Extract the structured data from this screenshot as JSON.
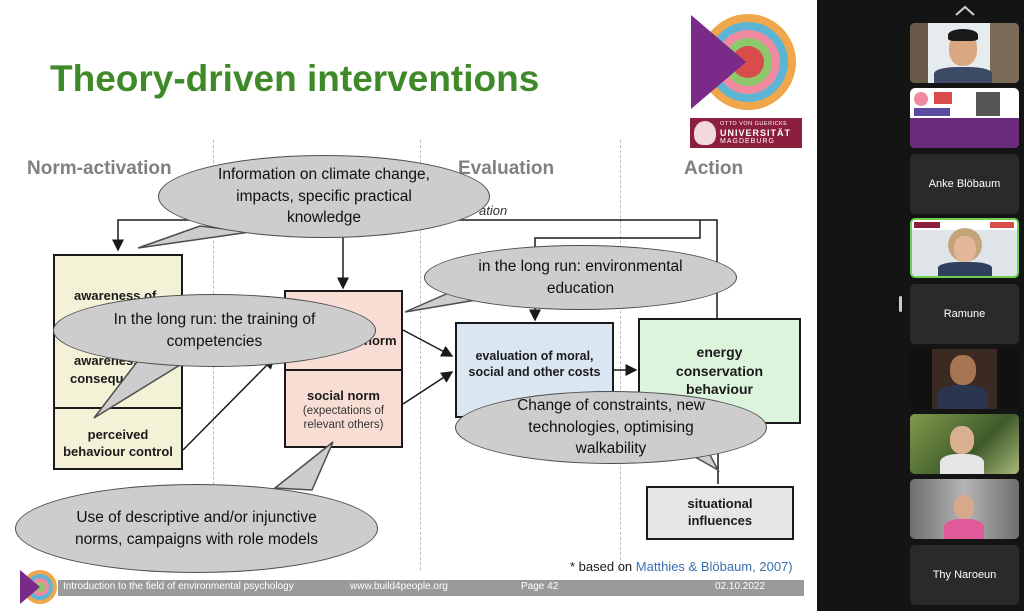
{
  "slide": {
    "title": "Theory-driven interventions",
    "columns": {
      "norm_activation": "Norm-activation",
      "evaluation": "Evaluation",
      "action": "Action"
    },
    "partial_label_evaluation": "ation",
    "boxes": {
      "awareness_of_need": "awareness of",
      "awareness_of_consequences_1": "awareness",
      "awareness_of_consequences_2": "conseque",
      "perceived_behaviour_control": "perceived behaviour control",
      "personal_norm": "norm",
      "social_norm_title": "social norm",
      "social_norm_sub": "(expectations of relevant others)",
      "evaluation": "evaluation of moral, social and other costs",
      "energy_conservation": "energy conservation behaviour",
      "situational_influences": "situational influences"
    },
    "bubbles": {
      "climate_info": "Information on climate change, impacts, specific practical knowledge",
      "env_education": "in the long run: environmental education",
      "competencies": "In the long run: the training of competencies",
      "constraints": "Change of constraints, new technologies, optimising walkability",
      "norms": "Use of descriptive and/or injunctive norms, campaigns with role models"
    },
    "source_prefix": "* based on",
    "source_ref": "Matthies & Blöbaum, 2007)",
    "footer": {
      "course": "Introduction to the field of environmental psychology",
      "url": "www.build4people.org",
      "page": "Page 42",
      "date": "02.10.2022"
    },
    "logo": {
      "university_1": "OTTO VON GUERICKE",
      "university_2": "UNIVERSITÄT",
      "university_3": "MAGDEBURG"
    }
  },
  "participants": [
    {
      "name": "Anke Blöbaum"
    },
    {
      "name": "Ramune"
    },
    {
      "name": "Thy Naroeun"
    }
  ],
  "colors": {
    "title_green": "#3f8a28",
    "bubble_grey": "#cdcdcd",
    "box_yellow": "#f4f2d6",
    "box_pink": "#f8ddd4",
    "box_blue": "#dbe6f3",
    "box_green": "#dcf3dc",
    "active_speaker": "#6fcf4f"
  },
  "icons": [
    "chevron-up-icon",
    "scroll-handle-icon",
    "target-logo-icon",
    "university-logo-icon"
  ]
}
